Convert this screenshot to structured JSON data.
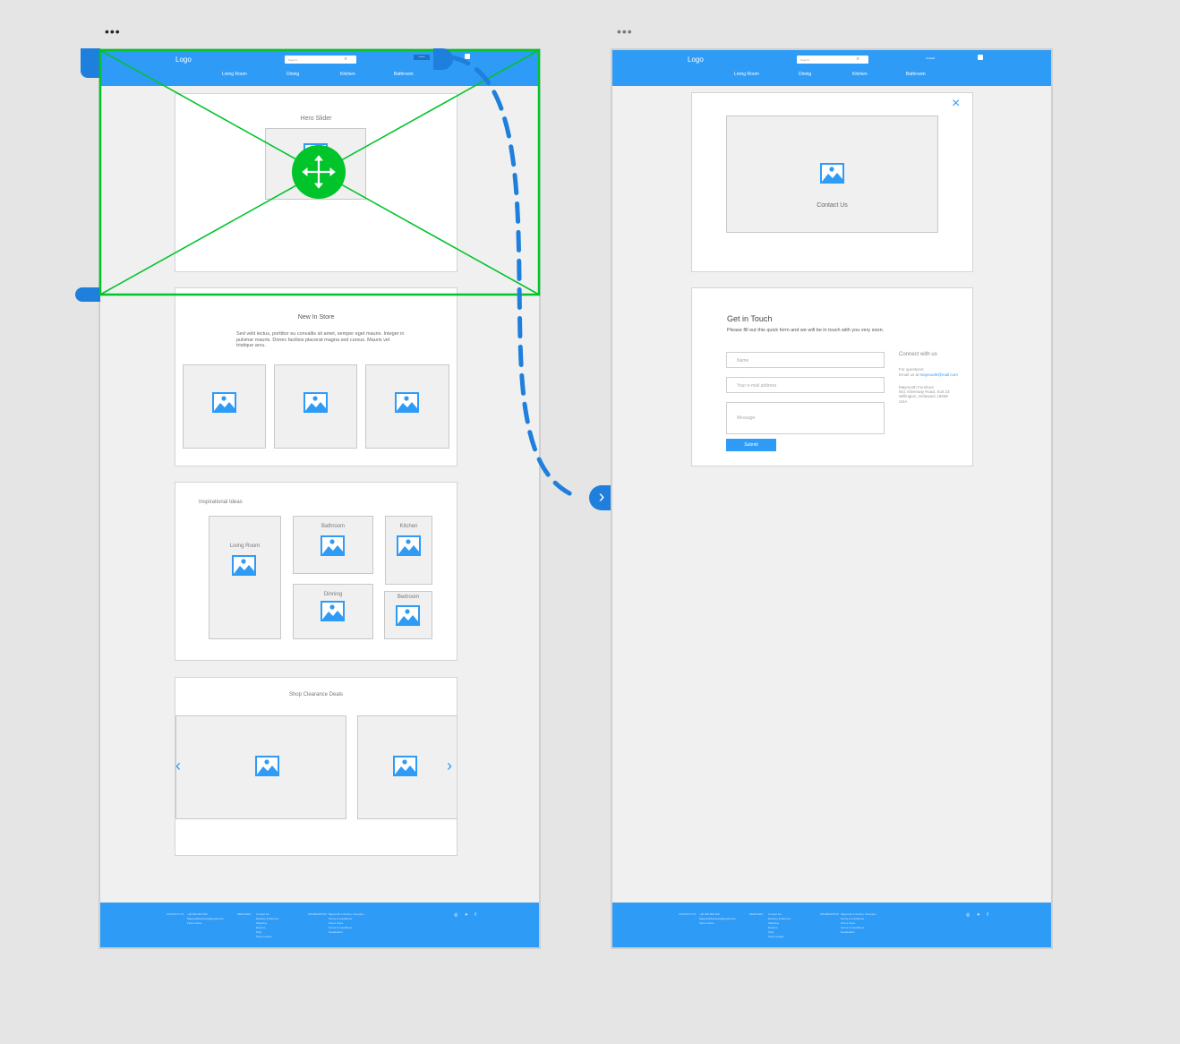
{
  "canvas": {
    "menu_dots": "•••",
    "accent": "#2e9bf7",
    "selection_color": "#00c42a"
  },
  "left": {
    "header": {
      "logo": "Logo",
      "search_placeholder": "Search...",
      "contact_label": "Contact",
      "nav": [
        "Living Room",
        "Dining",
        "Kitchen",
        "Bathroom"
      ]
    },
    "hero": {
      "title": "Hero Slider"
    },
    "new_in_store": {
      "title": "New In Store",
      "text": "Sed velit lectus, porttitor eu convallis sit amet, semper eget mauris. Integer in pulvinar mauris. Donec facilisis placerat magna sed cursus. Mauris vel tristique arcu."
    },
    "inspirational": {
      "title": "Inspirational Ideas",
      "tiles": [
        "Living Room",
        "Bathroom",
        "Kitchen",
        "Dinning",
        "Bedroom"
      ]
    },
    "clearance": {
      "title": "Shop Clearance Deals"
    },
    "footer": {
      "col1_title": "CONTACT US",
      "col1_lines": "+00 000 000 000\nMaynoothfurniture@gmail.com\nFind a Store",
      "col2_title": "SERVICES",
      "col2_lines": "Contact Us\nDelivery & Returns\nShipping\nReturns\nFAQ\nStore Locator",
      "col3_title": "INFORMATION",
      "col3_lines": "Maynooth Furniture Company\nTerms & Conditions\nFind a Store\nTerms & Conditions\nNewsletters"
    }
  },
  "right": {
    "header": {
      "logo": "Logo",
      "search_placeholder": "Search...",
      "contact_label": "Contact",
      "nav": [
        "Living Room",
        "Dining",
        "Kitchen",
        "Bathroom"
      ]
    },
    "modal": {
      "image_caption": "Contact Us"
    },
    "form": {
      "title": "Get in Touch",
      "subtitle": "Please fill out this quick form and we will be in touch with you very soon.",
      "name_placeholder": "Name",
      "email_placeholder": "Your e-mail address",
      "message_placeholder": "Message",
      "submit_label": "Submit",
      "connect_title": "Connect with us",
      "questions_label": "For questions:",
      "email_prefix": "Email us at ",
      "email_link": "maynooth@mail.com",
      "address": "Maynooth Furniture\n501 Silverway Road, Suit 23\nWillington, Delaware 19899\nUSA"
    },
    "footer": {
      "col1_title": "CONTACT US",
      "col1_lines": "+00 000 000 000\nMaynoothfurniture@gmail.com\nFind a Store",
      "col2_title": "SERVICES",
      "col2_lines": "Contact Us\nDelivery & Returns\nShipping\nReturns\nFAQ\nStore Locator",
      "col3_title": "INFORMATION",
      "col3_lines": "Maynooth Furniture Company\nTerms & Conditions\nFind a Store\nTerms & Conditions\nNewsletters"
    }
  }
}
